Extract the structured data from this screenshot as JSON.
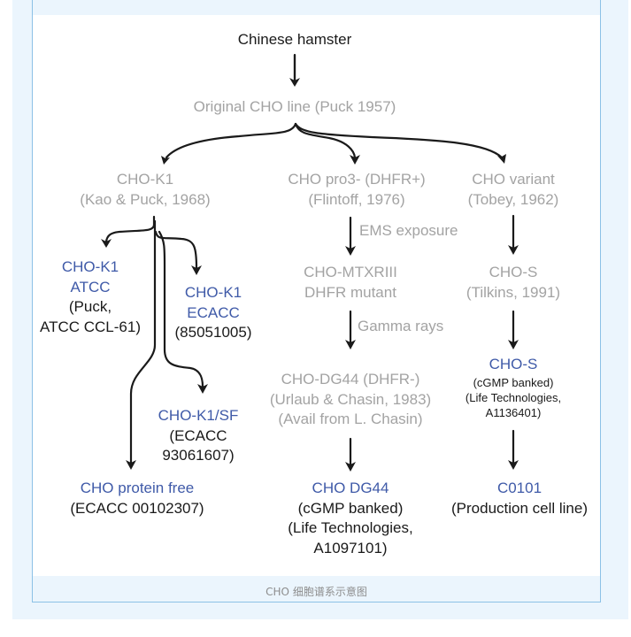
{
  "figure": {
    "caption": "CHO 细胞谱系示意图",
    "colors": {
      "frame_bg": "#ebf5fd",
      "frame_border": "#8cc1e6",
      "black_text": "#1a1a1a",
      "gray_text": "#a3a3a3",
      "blue_text": "#3f5aa8",
      "arrow": "#1a1a1a"
    },
    "nodes": {
      "root": {
        "lines": [
          "Chinese hamster"
        ]
      },
      "original": {
        "lines": [
          "Original CHO line (Puck 1957)"
        ]
      },
      "chok1": {
        "lines": [
          "CHO-K1",
          "(Kao & Puck, 1968)"
        ]
      },
      "pro3": {
        "lines": [
          "CHO pro3- (DHFR+)",
          "(Flintoff, 1976)"
        ]
      },
      "variant": {
        "lines": [
          "CHO variant",
          "(Tobey, 1962)"
        ]
      },
      "chok1_atcc": {
        "title": [
          "CHO-K1",
          "ATCC"
        ],
        "detail": [
          "(Puck,",
          "ATCC CCL-61)"
        ]
      },
      "chok1_ecacc": {
        "title": [
          "CHO-K1",
          "ECACC"
        ],
        "detail": [
          "(85051005)"
        ]
      },
      "chok1_sf": {
        "title": [
          "CHO-K1/SF"
        ],
        "detail": [
          "(ECACC",
          "93061607)"
        ]
      },
      "protein_free": {
        "title": [
          "CHO protein free"
        ],
        "detail": [
          "(ECACC 00102307)"
        ]
      },
      "mtxriii": {
        "lines": [
          "CHO-MTXRIII",
          "DHFR mutant"
        ]
      },
      "dg44_origin": {
        "lines": [
          "CHO-DG44 (DHFR-)",
          "(Urlaub & Chasin, 1983)",
          "(Avail from L. Chasin)"
        ]
      },
      "dg44": {
        "title": [
          "CHO DG44"
        ],
        "detail": [
          "(cGMP banked)",
          "(Life Technologies,",
          "A1097101)"
        ]
      },
      "chos_origin": {
        "lines": [
          "CHO-S",
          "(Tilkins, 1991)"
        ]
      },
      "chos": {
        "title": [
          "CHO-S"
        ],
        "detail": [
          "(cGMP banked)",
          "(Life Technologies,",
          "A1136401)"
        ]
      },
      "c0101": {
        "title": [
          "C0101"
        ],
        "detail": [
          "(Production cell line)"
        ]
      }
    },
    "edge_labels": {
      "ems": "EMS exposure",
      "gamma": "Gamma rays"
    }
  }
}
